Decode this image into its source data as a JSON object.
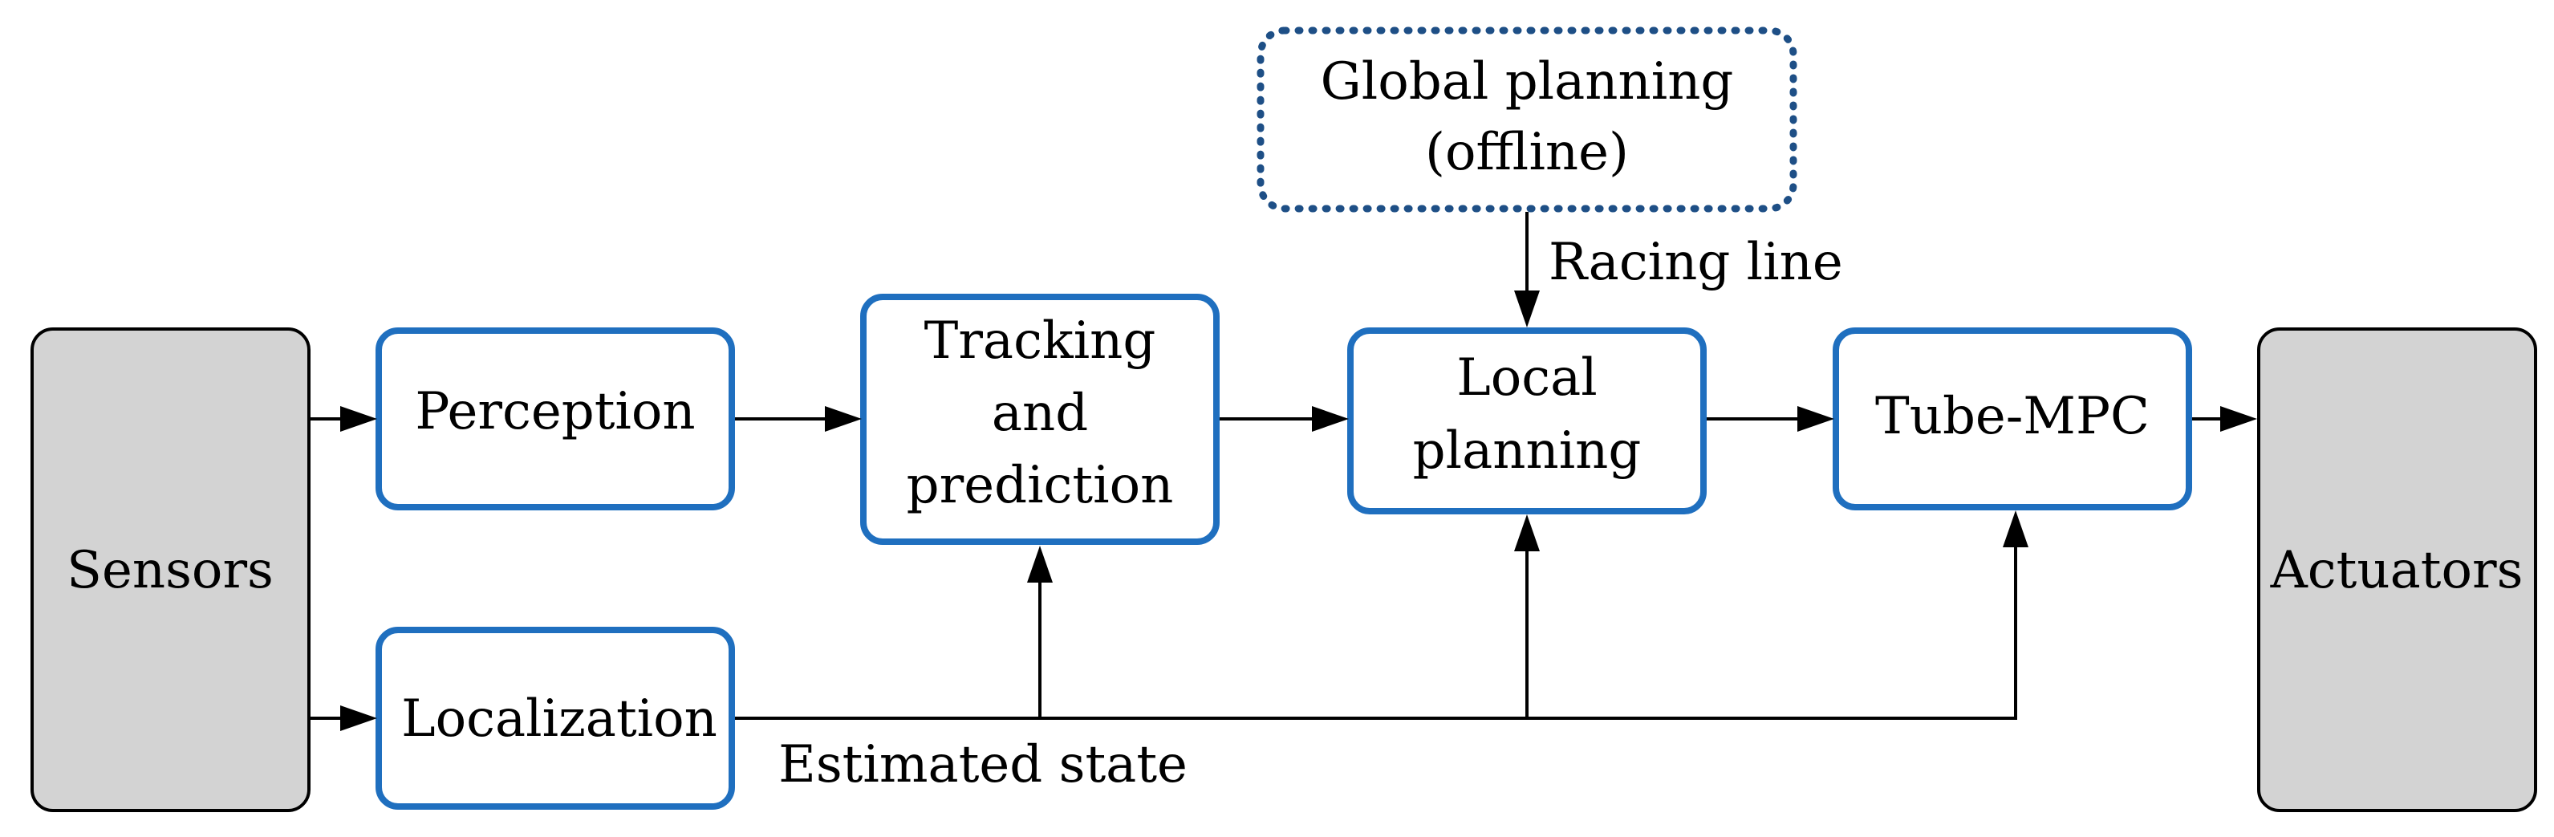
{
  "blocks": {
    "sensors": "Sensors",
    "actuators": "Actuators",
    "perception": "Perception",
    "localization": "Localization",
    "tracking": [
      "Tracking",
      "and",
      "prediction"
    ],
    "local_planning": [
      "Local",
      "planning"
    ],
    "tube_mpc": "Tube-MPC",
    "global_planning": [
      "Global planning",
      "(offline)"
    ]
  },
  "edge_labels": {
    "racing_line": "Racing line",
    "estimated_state": "Estimated state"
  },
  "colors": {
    "input_output_fill": "#d3d3d3",
    "module_border": "#1f6fbf",
    "offline_border": "#1e4f86"
  }
}
